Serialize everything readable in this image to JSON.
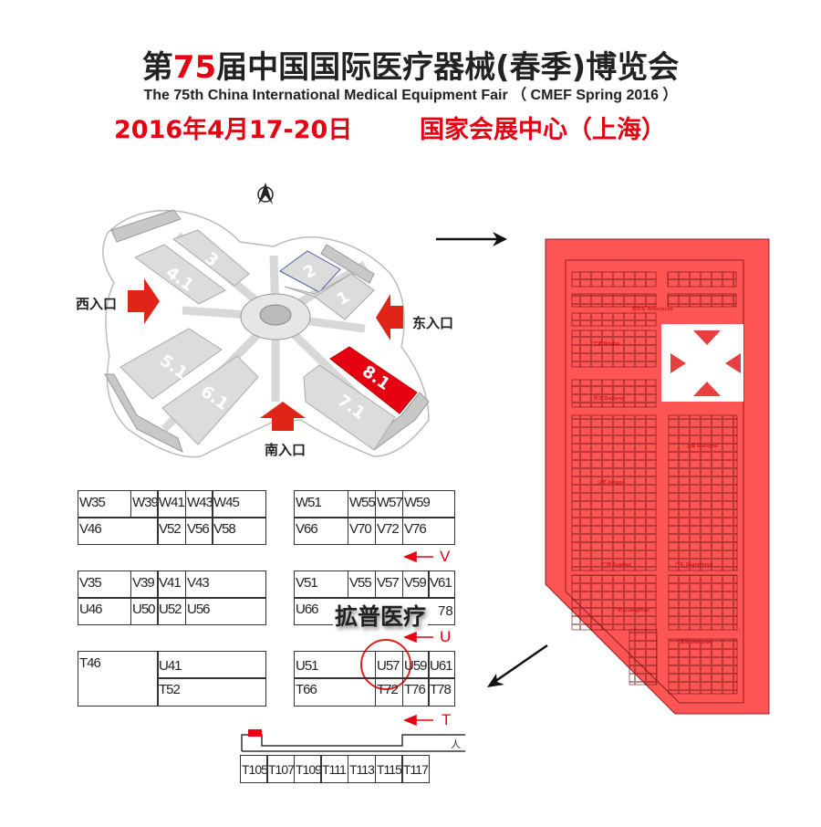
{
  "header": {
    "title_prefix": "第",
    "title_number": "75",
    "title_rest": "届中国国际医疗器械(春季)博览会",
    "subtitle": "The 75th China International Medical Equipment Fair （ CMEF Spring 2016 ）",
    "date": "2016年4月17-20日",
    "venue": "国家会展中心（上海）"
  },
  "overview_map": {
    "halls": [
      "3",
      "4.1",
      "2",
      "1",
      "5.1",
      "6.1",
      "7.1",
      "8.1"
    ],
    "highlighted_hall": "8.1",
    "entrances": {
      "west": "西入口",
      "east": "东入口",
      "south": "南入口"
    },
    "north_icon": "north-arrow"
  },
  "hall_plan": {
    "regions": [
      "救护车 Ambulance",
      "宁波 Ningbo",
      "浙江 Zhejiang",
      "上海 Shanghai",
      "江苏 Jiangsu",
      "广西 Guangxi",
      "广东 Guangdong",
      "广州 Guangzhou",
      "深圳 Shenzhen"
    ]
  },
  "booths": {
    "block1": {
      "row1": [
        "W35",
        "W39",
        "W41",
        "W43",
        "W45"
      ],
      "row2": [
        "V46",
        "V52",
        "V56",
        "V58"
      ]
    },
    "block2": {
      "row1": [
        "W51",
        "W55",
        "W57",
        "W59"
      ],
      "row2": [
        "V66",
        "V70",
        "V72",
        "V76"
      ]
    },
    "block3": {
      "row1": [
        "V35",
        "V39",
        "V41",
        "V43"
      ],
      "row2": [
        "U46",
        "U50",
        "U52",
        "U56"
      ]
    },
    "block4": {
      "row1": [
        "V51",
        "V55",
        "V57",
        "V59",
        "V61"
      ],
      "row2": [
        "U66",
        "78"
      ]
    },
    "block5": {
      "tall": "T46",
      "row1": "U41",
      "row2": "T52"
    },
    "block6": {
      "row1": [
        "U51",
        "U57",
        "U59",
        "U61"
      ],
      "row2": [
        "T66",
        "T72",
        "T76",
        "T78"
      ]
    },
    "bottom_row": [
      "T105",
      "T107",
      "T109",
      "T111",
      "T113",
      "T115",
      "T117"
    ],
    "aisle_labels": [
      "V",
      "U",
      "T"
    ],
    "highlighted_booth": "U57",
    "exhibitor_label": "拡普医疗",
    "entrance_mark": "人"
  },
  "colors": {
    "accent_red": "#e60012",
    "plan_red": "#ff5555"
  }
}
